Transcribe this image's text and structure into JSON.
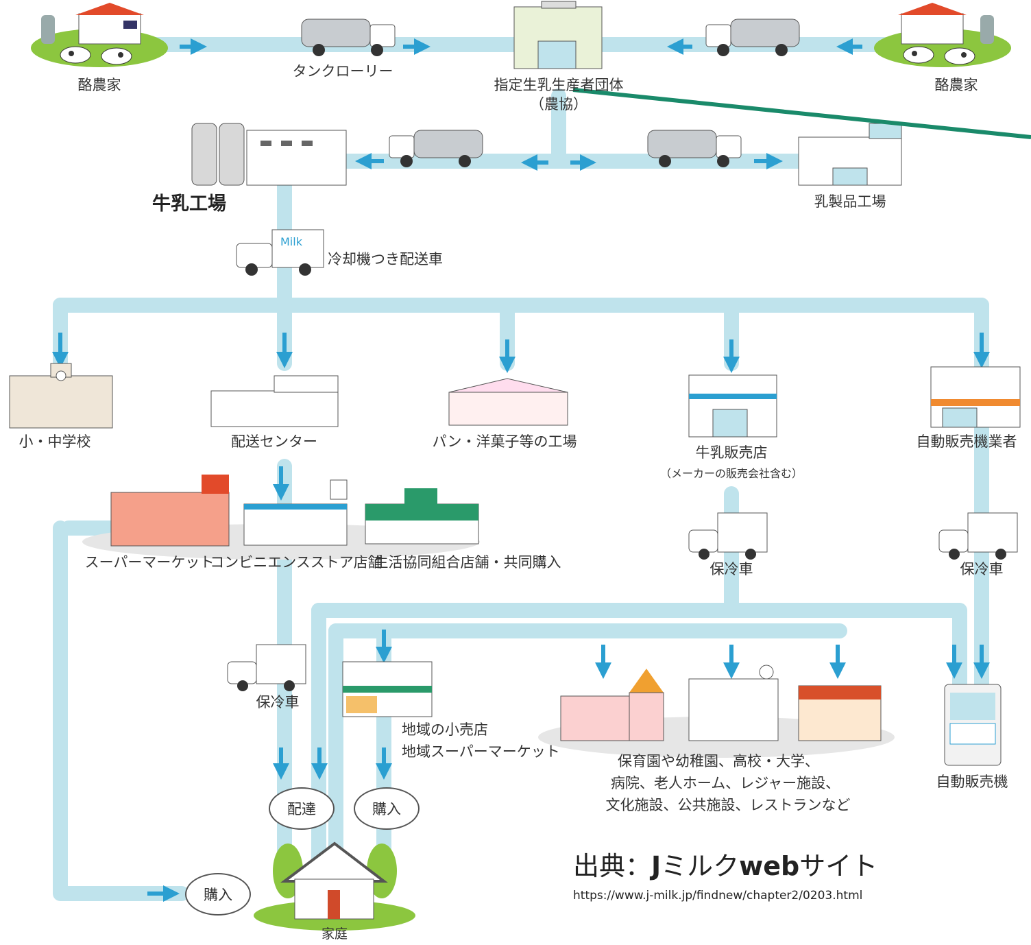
{
  "nodes": {
    "farmer_left": "酪農家",
    "tanker_top": "タンクローリー",
    "producer_group": "指定生乳生産者団体",
    "producer_group_sub": "（農協）",
    "farmer_right": "酪農家",
    "milk_factory": "牛乳工場",
    "dairy_factory": "乳製品工場",
    "cooled_truck": "冷却機つき配送車",
    "school": "小・中学校",
    "distribution_center": "配送センター",
    "bakery_factory": "パン・洋菓子等の工場",
    "milk_shop": "牛乳販売店",
    "milk_shop_sub": "（メーカーの販売会社含む）",
    "vending_operator": "自動販売機業者",
    "supermarket": "スーパーマーケット",
    "convenience_store": "コンビニエンスストア店舗",
    "coop": "生活協同組合店舗・共同購入",
    "refrigerated_truck_1": "保冷車",
    "refrigerated_truck_2": "保冷車",
    "refrigerated_truck_3": "保冷車",
    "local_store_1": "地域の小売店",
    "local_store_2": "地域スーパーマーケット",
    "institutions_1": "保育園や幼稚園、高校・大学、",
    "institutions_2": "病院、老人ホーム、レジャー施設、",
    "institutions_3": "文化施設、公共施設、レストランなど",
    "vending_machine": "自動販売機",
    "delivery": "配達",
    "purchase_1": "購入",
    "purchase_2": "購入",
    "home": "家庭"
  },
  "truck_label": "Milk",
  "source": {
    "prefix": "出典：",
    "bold": "J",
    "middle": "ミルク",
    "bold2": "web",
    "suffix": "サイト",
    "url": "https://www.j-milk.jp/findnew/chapter2/0203.html"
  },
  "colors": {
    "flow_path": "#bfe3ec",
    "arrow": "#2b9fd1",
    "annotation_line": "#1a8a6a",
    "grass": "#8cc63f"
  }
}
